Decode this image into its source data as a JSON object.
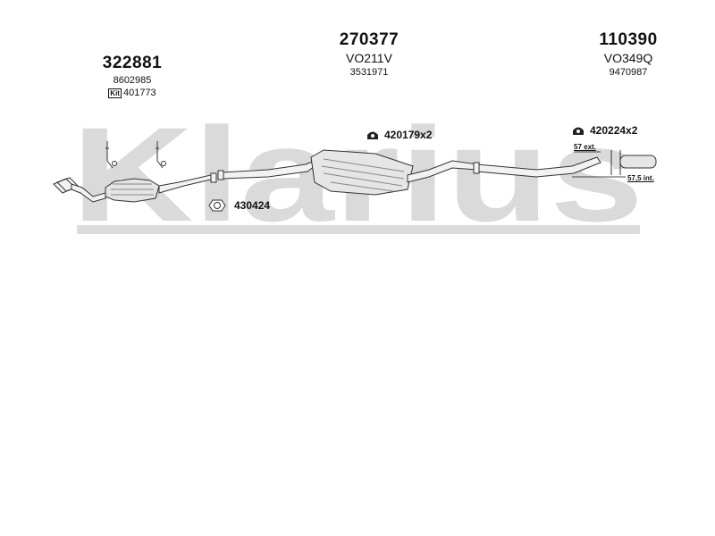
{
  "watermark": "Klarius",
  "parts": [
    {
      "number": "322881",
      "code": "",
      "ref": "8602985",
      "kit_badge": "Kit",
      "kit_ref": "401773"
    },
    {
      "number": "270377",
      "code": "VO211V",
      "ref": "3531971"
    },
    {
      "number": "110390",
      "code": "VO349Q",
      "ref": "9470987"
    }
  ],
  "callouts": {
    "gasket": "430424",
    "mount_mid": "420179x2",
    "mount_rear": "420224x2"
  },
  "dimensions": {
    "ext": "57 ext.",
    "int": "57,5 int."
  }
}
